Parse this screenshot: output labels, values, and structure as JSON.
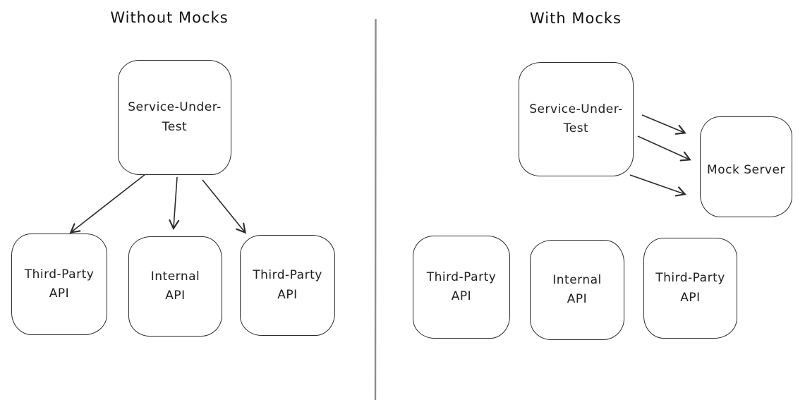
{
  "diagram": {
    "left": {
      "title": "Without Mocks",
      "service_under_test": {
        "line1": "Service-Under-",
        "line2": "Test"
      },
      "apis": [
        {
          "line1": "Third-Party",
          "line2": "API"
        },
        {
          "line1": "Internal",
          "line2": "API"
        },
        {
          "line1": "Third-Party",
          "line2": "API"
        }
      ]
    },
    "right": {
      "title": "With Mocks",
      "service_under_test": {
        "line1": "Service-Under-",
        "line2": "Test"
      },
      "mock_server": {
        "label": "Mock Server"
      },
      "apis": [
        {
          "line1": "Third-Party",
          "line2": "API"
        },
        {
          "line1": "Internal",
          "line2": "API"
        },
        {
          "line1": "Third-Party",
          "line2": "API"
        }
      ]
    },
    "colors": {
      "stroke": "#2b2b2b",
      "text": "#1e1e1e",
      "divider": "#8c8c8c",
      "background": "#ffffff"
    }
  }
}
